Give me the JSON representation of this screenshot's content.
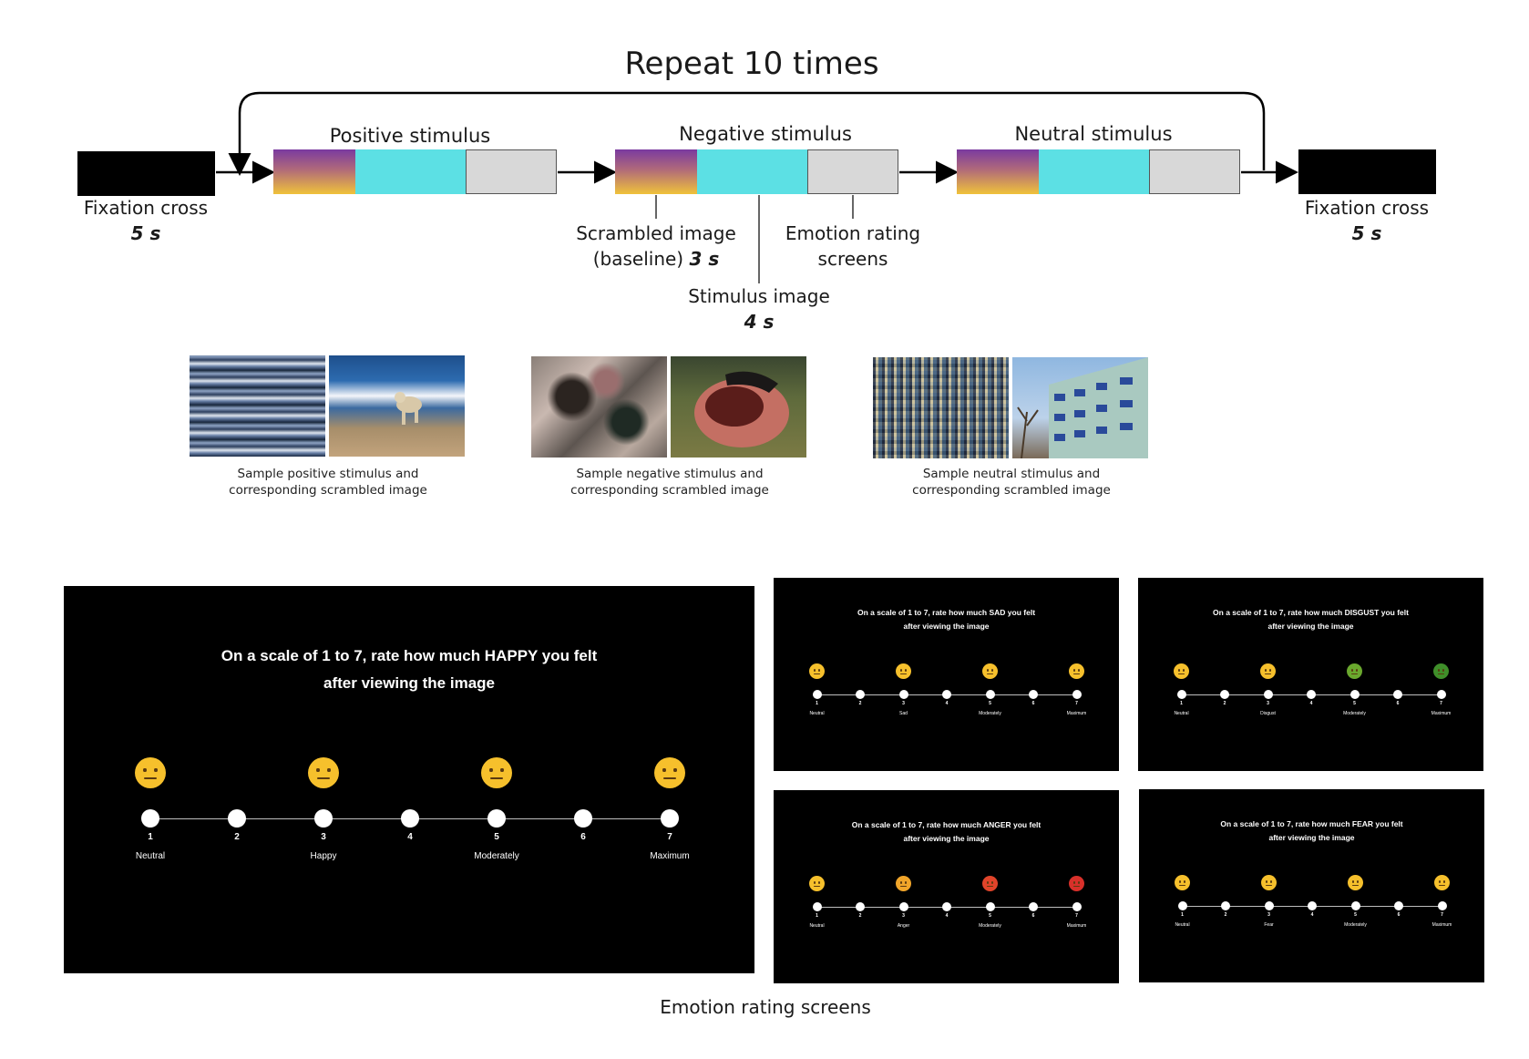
{
  "repeat_label": "Repeat 10 times",
  "sequence": {
    "fixation_start": {
      "label": "Fixation cross",
      "duration": "5 s"
    },
    "blocks": [
      {
        "label": "Positive stimulus"
      },
      {
        "label": "Negative stimulus"
      },
      {
        "label": "Neutral stimulus"
      }
    ],
    "fixation_end": {
      "label": "Fixation cross",
      "duration": "5 s"
    },
    "annotations": {
      "scrambled_line1": "Scrambled image",
      "scrambled_line2": "(baseline)",
      "scrambled_duration": "3 s",
      "stimulus_line1": "Stimulus image",
      "stimulus_duration": "4 s",
      "rating_line1": "Emotion rating",
      "rating_line2": "screens"
    }
  },
  "samples": [
    {
      "caption_line1": "Sample positive stimulus and",
      "caption_line2": "corresponding scrambled image"
    },
    {
      "caption_line1": "Sample negative stimulus and",
      "caption_line2": "corresponding scrambled image"
    },
    {
      "caption_line1": "Sample neutral stimulus and",
      "caption_line2": "corresponding scrambled image"
    }
  ],
  "rating_screens": {
    "caption": "Emotion rating screens",
    "numbers": [
      "1",
      "2",
      "3",
      "4",
      "5",
      "6",
      "7"
    ],
    "screens": [
      {
        "q1": "On a scale of 1 to 7, rate how much HAPPY you felt",
        "q2": "after viewing the image",
        "anchors": [
          "Neutral",
          "Happy",
          "Moderately",
          "Maximum"
        ],
        "emoji_colors": [
          "#f6c02c",
          "#f6c02c",
          "#f6c02c",
          "#f6c02c"
        ]
      },
      {
        "q1": "On a scale of 1 to 7, rate how much SAD you felt",
        "q2": "after viewing the image",
        "anchors": [
          "Neutral",
          "Sad",
          "Moderately",
          "Maximum"
        ],
        "emoji_colors": [
          "#f6c02c",
          "#f6c02c",
          "#f6c02c",
          "#f6c02c"
        ]
      },
      {
        "q1": "On a scale of 1 to 7, rate how much DISGUST you felt",
        "q2": "after viewing the image",
        "anchors": [
          "Neutral",
          "Disgust",
          "Moderately",
          "Maximum"
        ],
        "emoji_colors": [
          "#f6c02c",
          "#f6c02c",
          "#6aa82e",
          "#3f8f2a"
        ]
      },
      {
        "q1": "On a scale of 1 to 7, rate how much ANGER you felt",
        "q2": "after viewing the image",
        "anchors": [
          "Neutral",
          "Anger",
          "Moderately",
          "Maximum"
        ],
        "emoji_colors": [
          "#f6c02c",
          "#f0a52a",
          "#e0442a",
          "#d8302a"
        ]
      },
      {
        "q1": "On a scale of 1 to 7, rate how much FEAR you felt",
        "q2": "after viewing the image",
        "anchors": [
          "Neutral",
          "Fear",
          "Moderately",
          "Maximum"
        ],
        "emoji_colors": [
          "#f6c02c",
          "#f6c02c",
          "#f6c02c",
          "#f6c02c"
        ]
      }
    ]
  }
}
